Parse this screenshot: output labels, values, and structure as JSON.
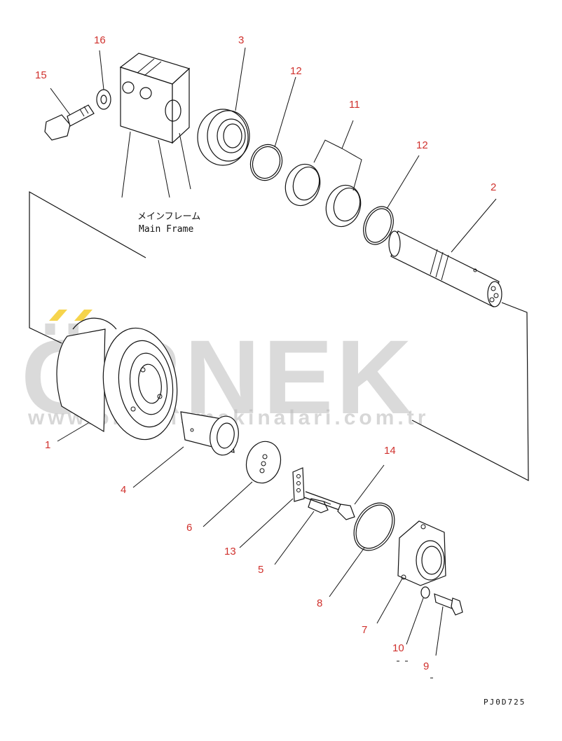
{
  "frame_label_jp": "メインフレーム",
  "frame_label_en": "Main Frame",
  "drawing_code": "PJ0D725",
  "watermark": {
    "brand": "ÖRNEK",
    "url": "www.ornekismakinalari.com.tr",
    "accent_color": "#f2c200"
  },
  "callouts": [
    "1",
    "2",
    "3",
    "4",
    "5",
    "6",
    "7",
    "8",
    "9",
    "10",
    "11",
    "12",
    "12",
    "13",
    "14",
    "15",
    "16"
  ],
  "callout_color": "#d0312d"
}
